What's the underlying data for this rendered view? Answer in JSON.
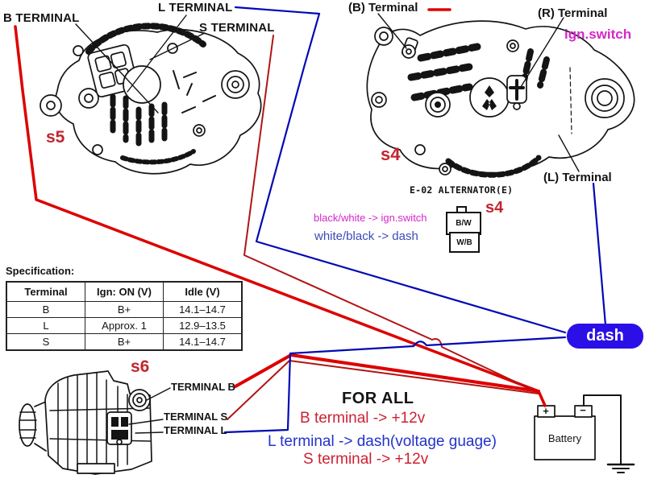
{
  "colors": {
    "wire_red": "#dd0000",
    "wire_red_dark": "#b21414",
    "wire_blue": "#0009b4",
    "ink": "#141414",
    "dash_bg": "#2a10e6",
    "magenta": "#d428c8",
    "note_red": "#cc2233",
    "note_blue": "#2233cc",
    "tag_red": "#c2262e"
  },
  "s5": {
    "tag": "s5",
    "b": "B TERMINAL",
    "l": "L TERMINAL",
    "s": "S TERMINAL"
  },
  "s4": {
    "tag": "s4",
    "b": "(B) Terminal",
    "r": "(R) Terminal",
    "l": "(L) Terminal",
    "ign": "ign.switch",
    "caption": "E-02 ALTERNATOR(E)"
  },
  "connector": {
    "tag": "s4",
    "top": "B/W",
    "bottom": "W/B",
    "magenta_note": "black/white -> ign.switch",
    "blue_note": "white/black -> dash"
  },
  "spec_table": {
    "title": "Specification:",
    "headers": [
      "Terminal",
      "Ign: ON (V)",
      "Idle (V)"
    ],
    "rows": [
      [
        "B",
        "B+",
        "14.1–14.7"
      ],
      [
        "L",
        "Approx. 1",
        "12.9–13.5"
      ],
      [
        "S",
        "B+",
        "14.1–14.7"
      ]
    ]
  },
  "s6": {
    "tag": "s6",
    "b": "TERMINAL B",
    "s": "TERMINAL S",
    "l": "TERMINAL L"
  },
  "notes": {
    "title": "FOR ALL",
    "b": "B terminal -> +12v",
    "l": "L terminal -> dash(voltage guage)",
    "s": "S terminal -> +12v"
  },
  "dash": {
    "label": "dash"
  },
  "battery": {
    "label": "Battery",
    "plus": "+",
    "minus": "−"
  }
}
